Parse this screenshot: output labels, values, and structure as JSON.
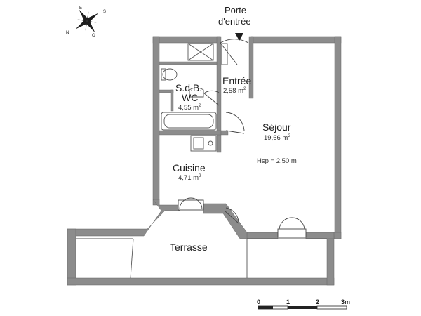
{
  "entrance": {
    "line1": "Porte",
    "line2": "d'entrée"
  },
  "compass": {
    "n": "N",
    "s": "S",
    "e": "E",
    "o": "O"
  },
  "rooms": {
    "sdb": {
      "line1": "S.d.B.",
      "line2": "WC",
      "area": "4,55 m",
      "unit_sup": "2"
    },
    "entree": {
      "name": "Entrée",
      "area": "2,58 m",
      "unit_sup": "2"
    },
    "sejour": {
      "name": "Séjour",
      "area": "19,66 m",
      "unit_sup": "2"
    },
    "cuisine": {
      "name": "Cuisine",
      "area": "4,71 m",
      "unit_sup": "2"
    },
    "terrasse": {
      "name": "Terrasse"
    }
  },
  "ceiling_height": "Hsp = 2,50 m",
  "scale": {
    "ticks": [
      "0",
      "1",
      "2",
      "3m"
    ]
  },
  "colors": {
    "wall": "#8c8c8c",
    "wall_edge": "#666666",
    "fixture": "#555555",
    "text": "#1e1e1e"
  }
}
